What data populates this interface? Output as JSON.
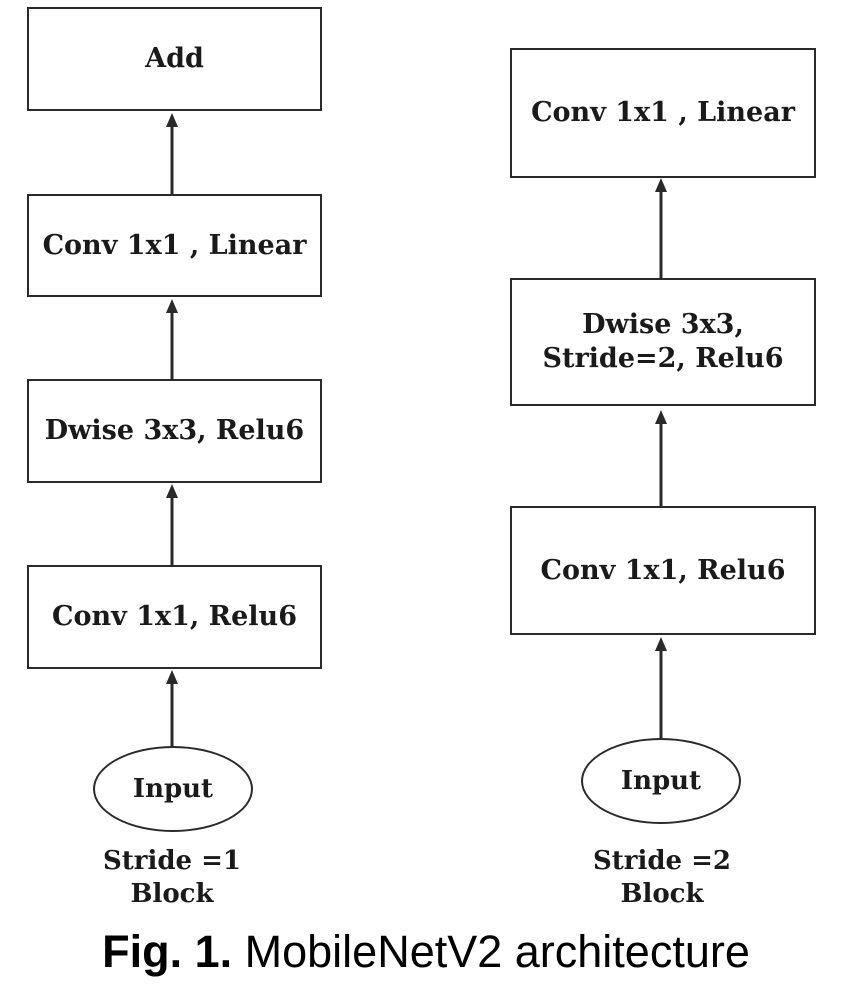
{
  "left_block": {
    "nodes": {
      "add": "Add",
      "conv_linear": "Conv 1x1 , Linear",
      "dwise": "Dwise 3x3, Relu6",
      "conv_relu": "Conv 1x1, Relu6",
      "input": "Input"
    },
    "stride_label": "Stride =1\nBlock"
  },
  "right_block": {
    "nodes": {
      "conv_linear": "Conv 1x1 , Linear",
      "dwise": "Dwise 3x3,\nStride=2, Relu6",
      "conv_relu": "Conv 1x1, Relu6",
      "input": "Input"
    },
    "stride_label": "Stride =2\nBlock"
  },
  "caption": {
    "label": "Fig. 1.",
    "text": "MobileNetV2 architecture"
  }
}
